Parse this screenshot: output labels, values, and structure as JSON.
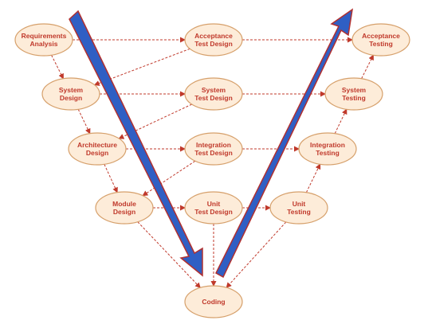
{
  "nodes": [
    {
      "id": "req",
      "lines": [
        "Requirements",
        "Analysis"
      ]
    },
    {
      "id": "atd",
      "lines": [
        "Acceptance",
        "Test Design"
      ]
    },
    {
      "id": "at",
      "lines": [
        "Acceptance",
        "Testing"
      ]
    },
    {
      "id": "sd",
      "lines": [
        "System",
        "Design"
      ]
    },
    {
      "id": "std",
      "lines": [
        "System",
        "Test Design"
      ]
    },
    {
      "id": "st",
      "lines": [
        "System",
        "Testing"
      ]
    },
    {
      "id": "ad",
      "lines": [
        "Architecture",
        "Design"
      ]
    },
    {
      "id": "itd",
      "lines": [
        "Integration",
        "Test Design"
      ]
    },
    {
      "id": "it",
      "lines": [
        "Integration",
        "Testing"
      ]
    },
    {
      "id": "md",
      "lines": [
        "Module",
        "Design"
      ]
    },
    {
      "id": "utd",
      "lines": [
        "Unit",
        "Test Design"
      ]
    },
    {
      "id": "ut",
      "lines": [
        "Unit",
        "Testing"
      ]
    },
    {
      "id": "cod",
      "lines": [
        "Coding"
      ]
    }
  ],
  "edges": [
    [
      "req",
      "atd"
    ],
    [
      "atd",
      "at"
    ],
    [
      "req",
      "sd"
    ],
    [
      "atd",
      "sd"
    ],
    [
      "sd",
      "std"
    ],
    [
      "std",
      "st"
    ],
    [
      "sd",
      "ad"
    ],
    [
      "std",
      "ad"
    ],
    [
      "ad",
      "itd"
    ],
    [
      "itd",
      "it"
    ],
    [
      "ad",
      "md"
    ],
    [
      "itd",
      "md"
    ],
    [
      "md",
      "utd"
    ],
    [
      "utd",
      "ut"
    ],
    [
      "md",
      "cod"
    ],
    [
      "utd",
      "cod"
    ],
    [
      "ut",
      "cod"
    ],
    [
      "ut",
      "it"
    ],
    [
      "it",
      "st"
    ],
    [
      "st",
      "at"
    ]
  ],
  "colors": {
    "node_fill": "#fdecd9",
    "node_stroke": "#d6a06b",
    "text": "#c0392b",
    "connector": "#c0392b",
    "arrow_fill": "#2f5fc4",
    "arrow_stroke": "#b03030"
  }
}
